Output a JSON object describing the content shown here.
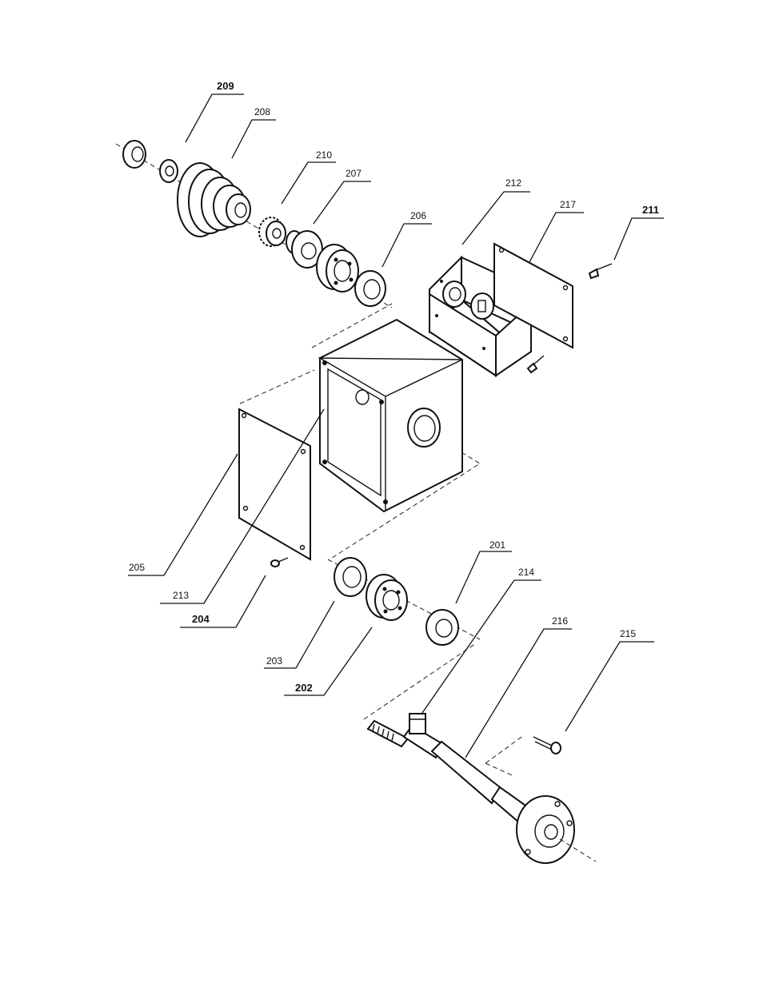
{
  "labels": {
    "p201": "201",
    "p202": "202",
    "p203": "203",
    "p204": "204",
    "p205": "205",
    "p206": "206",
    "p207": "207",
    "p208": "208",
    "p209": "209",
    "p210": "210",
    "p211": "211",
    "p212": "212",
    "p213": "213",
    "p214": "214",
    "p215": "215",
    "p216": "216",
    "p217": "217"
  }
}
